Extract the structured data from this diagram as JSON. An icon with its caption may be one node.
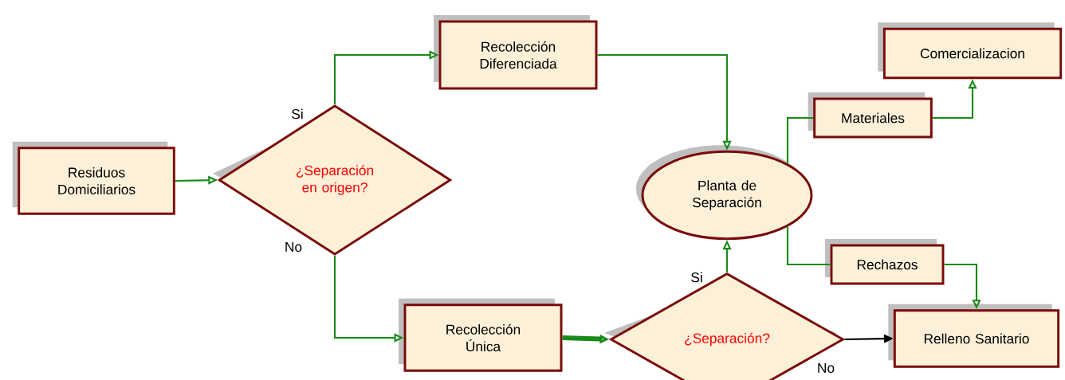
{
  "diagram": {
    "nodes": [
      {
        "text": [
          "Residuos Domiciliarios"
        ]
      },
      {
        "text": [
          "¿Separación en origen?"
        ]
      },
      {
        "text": [
          "Recolección Diferenciada"
        ]
      },
      {
        "text": [
          "Recolección Única"
        ]
      },
      {
        "text": [
          "Planta de Separación"
        ]
      },
      {
        "text": [
          "¿Separación?"
        ]
      },
      {
        "text": [
          "Comercializacion"
        ]
      },
      {
        "text": [
          "Materiales"
        ]
      },
      {
        "text": [
          "Rechazos"
        ]
      },
      {
        "text": [
          "Relleno Sanitario"
        ]
      }
    ],
    "edges": [
      {
        "from": 0,
        "to": 1,
        "arrow": "to"
      },
      {
        "from": 1,
        "to": 2,
        "arrow": "to",
        "label": "Si"
      },
      {
        "from": 1,
        "to": 3,
        "arrow": "to",
        "label": "No"
      },
      {
        "from": 2,
        "to": 4,
        "arrow": "to"
      },
      {
        "from": 3,
        "to": 5,
        "arrow": "to",
        "style": "thick"
      },
      {
        "from": 5,
        "to": 4,
        "arrow": "to",
        "label": "Si"
      },
      {
        "from": 5,
        "to": 9,
        "arrow": "to",
        "label": "No",
        "color": "#000000"
      },
      {
        "from": 4,
        "to": 7,
        "arrow": "none"
      },
      {
        "from": 4,
        "to": 8,
        "arrow": "none"
      },
      {
        "from": 7,
        "to": 6,
        "arrow": "to"
      },
      {
        "from": 8,
        "to": 9,
        "arrow": "to"
      }
    ]
  }
}
